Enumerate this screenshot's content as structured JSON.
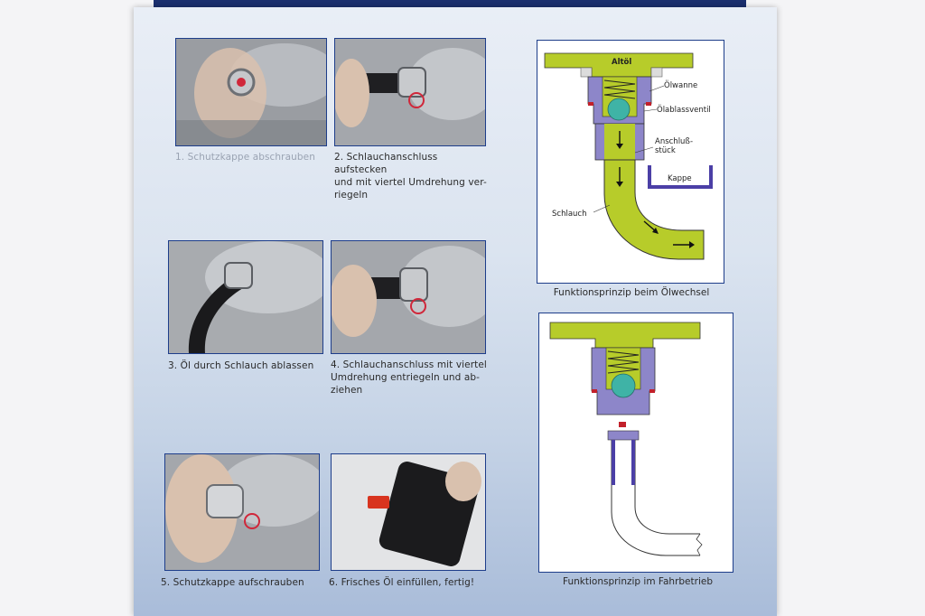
{
  "steps": [
    {
      "caption": "1. Schutzkappe abschrauben"
    },
    {
      "caption": "2. Schlauchanschluss aufstecken und mit viertel Umdrehung verriegeln"
    },
    {
      "caption": "3. Öl durch Schlauch ablassen"
    },
    {
      "caption": "4. Schlauchanschluss mit viertel Umdrehung entriegeln und abziehen"
    },
    {
      "caption": "5. Schutzkappe aufschrauben"
    },
    {
      "caption": "6. Frisches Öl einfüllen, fertig!"
    }
  ],
  "step2_lines": [
    "2. Schlauchanschluss aufstecken",
    "und mit viertel Umdrehung ver-",
    "riegeln"
  ],
  "step4_lines": [
    "4. Schlauchanschluss mit viertel",
    "Umdrehung entriegeln und ab-",
    "ziehen"
  ],
  "diagram1": {
    "caption": "Funktionsprinzip beim Ölwechsel",
    "labels": {
      "altoel": "Altöl",
      "oelwanne": "Ölwanne",
      "ventil": "Ölablassventil",
      "anschluss1": "Anschluß-",
      "anschluss2": "stück",
      "kappe": "Kappe",
      "schlauch": "Schlauch"
    }
  },
  "diagram2": {
    "caption": "Funktionsprinzip im Fahrbetrieb"
  },
  "colors": {
    "oil": "#b7cc2a",
    "valve": "#8d86c9",
    "ball": "#3fb3a6",
    "frame": "#1d3d8a",
    "seal": "#c2202a"
  }
}
